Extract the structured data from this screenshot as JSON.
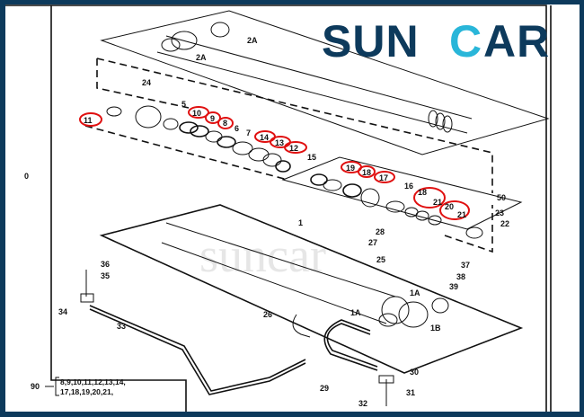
{
  "brand": {
    "logo_text_left": "SUN",
    "logo_text_c": "C",
    "logo_text_right": "AR",
    "watermark": "suncar",
    "colors": {
      "navy": "#0d3a5c",
      "teal": "#29b6d9",
      "highlight": "#e01010"
    }
  },
  "callouts": {
    "c2a_top": "2A",
    "c2a_bottom": "2A",
    "c24": "24",
    "c5": "5",
    "c11": "11",
    "c10": "10",
    "c9": "9",
    "c8": "8",
    "c6": "6",
    "c7": "7",
    "c14": "14",
    "c13": "13",
    "c12": "12",
    "c15": "15",
    "c0": "0",
    "c19": "19",
    "c18a": "18",
    "c17": "17",
    "c16": "16",
    "c18b": "18",
    "c21a": "21",
    "c20": "20",
    "c21b": "21",
    "c50": "50",
    "c23": "23",
    "c22": "22",
    "c1": "1",
    "c28": "28",
    "c27": "27",
    "c25": "25",
    "c37": "37",
    "c38": "38",
    "c39": "39",
    "c36": "36",
    "c35": "35",
    "c34": "34",
    "c33": "33",
    "c26": "26",
    "c1a_right": "1A",
    "c1a_left": "1A",
    "c1b": "1B",
    "c30": "30",
    "c31": "31",
    "c32": "32",
    "c29": "29",
    "c90": "90"
  },
  "seal_kit": {
    "line1": "8,9,10,11,12,13,14,",
    "line2": "17,18,19,20,21,"
  }
}
